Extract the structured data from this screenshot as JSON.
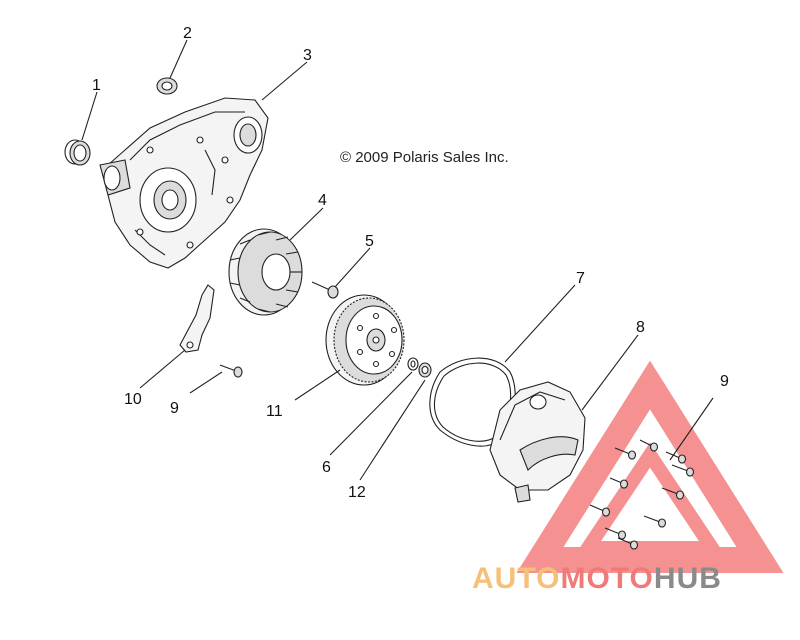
{
  "copyright": "© 2009 Polaris Sales Inc.",
  "callouts": [
    {
      "id": "1",
      "label": "1"
    },
    {
      "id": "2",
      "label": "2"
    },
    {
      "id": "3",
      "label": "3"
    },
    {
      "id": "4",
      "label": "4"
    },
    {
      "id": "5",
      "label": "5"
    },
    {
      "id": "6",
      "label": "6"
    },
    {
      "id": "7",
      "label": "7"
    },
    {
      "id": "8",
      "label": "8"
    },
    {
      "id": "9a",
      "label": "9"
    },
    {
      "id": "9b",
      "label": "9"
    },
    {
      "id": "10",
      "label": "10"
    },
    {
      "id": "11",
      "label": "11"
    },
    {
      "id": "12",
      "label": "12"
    }
  ],
  "watermark": {
    "brand_part1": "AUTO",
    "brand_part2": "MOTO",
    "brand_part3": "HUB",
    "color_auto": "#f5c07a",
    "color_moto": "#f07a78",
    "color_hub": "#8a8a8a",
    "color_triangle": "#f26d6d"
  }
}
